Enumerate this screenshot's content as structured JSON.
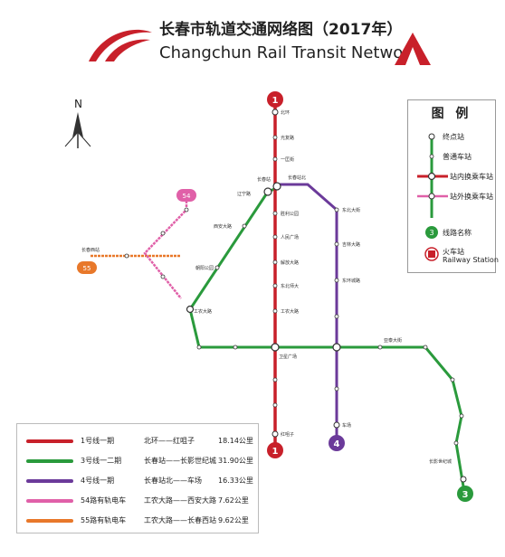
{
  "title": {
    "chinese": "长春市轨道交通网络图（2017年）",
    "english": "Changchun Rail Transit Network"
  },
  "north_label": "N",
  "legend": {
    "title": "图 例",
    "items": [
      {
        "label": "终点站"
      },
      {
        "label": "普通车站"
      },
      {
        "label": "站内换乘车站"
      },
      {
        "label": "站外换乘车站"
      },
      {
        "label": "线路名称"
      },
      {
        "label": "火车站",
        "sublabel": "Railway Station"
      }
    ]
  },
  "colors": {
    "line1": "#c8202a",
    "line3": "#2a9a3c",
    "line4": "#6b3a9a",
    "line54": "#e060a8",
    "line55": "#e8782a"
  },
  "route_badges": {
    "line1_top": "1",
    "line1_bottom": "1",
    "line4_bottom": "4",
    "line3_end": "3",
    "line54": "54",
    "line55": "55"
  },
  "stations": {
    "line1": [
      "北环",
      "光复路",
      "一匡街",
      "长春站",
      "胜利公园",
      "人民广场",
      "解放大路",
      "东北师大",
      "工农大路",
      "卫星广场",
      "红咀子"
    ],
    "line3": [
      "长春站",
      "辽宁路",
      "西安大路",
      "朝阳公园",
      "卫星广场",
      "亚泰大街",
      "长影世纪城"
    ],
    "line4": [
      "长春站北",
      "东北大街",
      "吉林大路",
      "东环城路",
      "车场"
    ],
    "line54": [
      "西安大路",
      "长春西站"
    ],
    "line55": [
      "工农大路",
      "长春西站"
    ]
  },
  "line_table": {
    "rows": [
      {
        "name": "1号线一期",
        "route": "北环——红咀子",
        "length": "18.14公里"
      },
      {
        "name": "3号线一二期",
        "route": "长春站——长影世纪城",
        "length": "31.90公里"
      },
      {
        "name": "4号线一期",
        "route": "长春站北——车场",
        "length": "16.33公里"
      },
      {
        "name": "54路有轨电车",
        "route": "工农大路——西安大路",
        "length": "7.62公里"
      },
      {
        "name": "55路有轨电车",
        "route": "工农大路——长春西站",
        "length": "9.62公里"
      }
    ]
  }
}
